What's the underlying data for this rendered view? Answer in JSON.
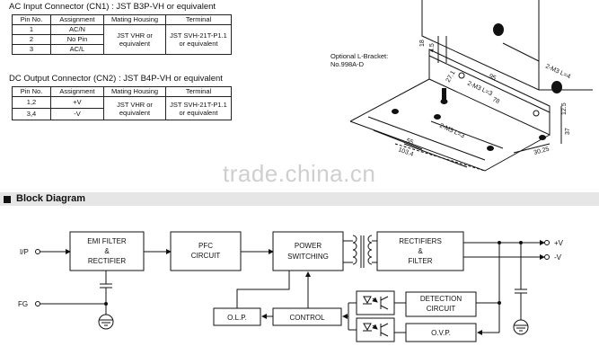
{
  "ac_input": {
    "title": "AC Input Connector (CN1) : JST B3P-VH or equivalent",
    "headers": [
      "Pin No.",
      "Assignment",
      "Mating Housing",
      "Terminal"
    ],
    "rows": [
      {
        "pin": "1",
        "assignment": "AC/N"
      },
      {
        "pin": "2",
        "assignment": "No Pin"
      },
      {
        "pin": "3",
        "assignment": "AC/L"
      }
    ],
    "housing": "JST VHR or equivalent",
    "terminal": "JST SVH-21T-P1.1 or equivalent"
  },
  "dc_output": {
    "title": "DC Output Connector (CN2) : JST B4P-VH or equivalent",
    "headers": [
      "Pin No.",
      "Assignment",
      "Mating Housing",
      "Terminal"
    ],
    "rows": [
      {
        "pin": "1,2",
        "assignment": "+V"
      },
      {
        "pin": "3,4",
        "assignment": "-V"
      }
    ],
    "housing": "JST VHR or equivalent",
    "terminal": "JST SVH-21T-P1.1 or equivalent"
  },
  "bracket": {
    "label_line1": "Optional L-Bracket:",
    "label_line2": "No.998A-D",
    "dims": [
      "18",
      "4.5",
      "95",
      "2-M3 L=4",
      "2-M3 L=3",
      "78",
      "2-M3 L=3",
      "55",
      "103.4",
      "30.25",
      "37",
      "12.5",
      "27.1"
    ]
  },
  "watermark": "trade.china.cn",
  "block_diagram": {
    "title": "Block Diagram",
    "terminals": {
      "ip": "I/P",
      "fg": "FG",
      "plus_v": "+V",
      "minus_v": "-V"
    },
    "blocks": {
      "emi_line1": "EMI FILTER",
      "emi_line2": "&",
      "emi_line3": "RECTIFIER",
      "pfc_line1": "PFC",
      "pfc_line2": "CIRCUIT",
      "power_line1": "POWER",
      "power_line2": "SWITCHING",
      "rect_line1": "RECTIFIERS",
      "rect_line2": "&",
      "rect_line3": "FILTER",
      "olp": "O.L.P.",
      "control": "CONTROL",
      "detection_line1": "DETECTION",
      "detection_line2": "CIRCUIT",
      "ovp": "O.V.P."
    }
  }
}
